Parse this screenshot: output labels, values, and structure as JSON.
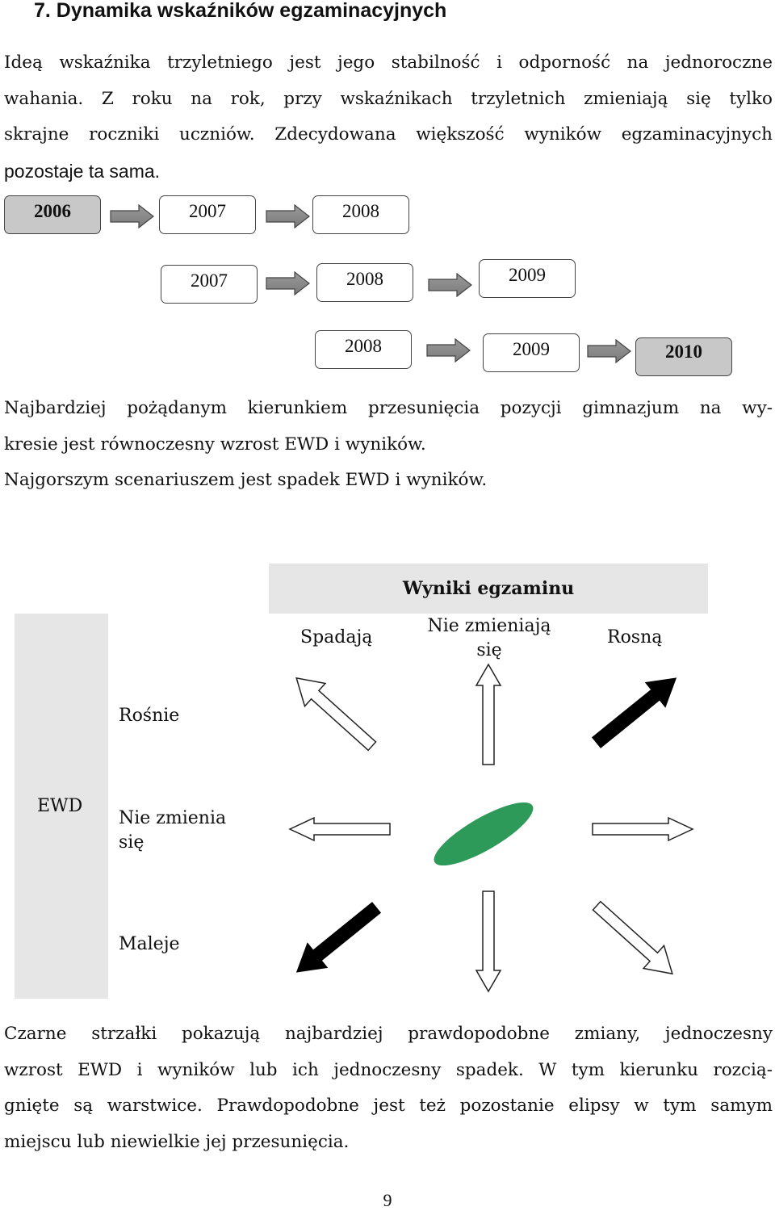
{
  "heading": "7.  Dynamika wskaźników egzaminacyjnych",
  "intro_lines": [
    "Ideą wskaźnika trzyletniego jest jego stabilność i odporność na jednoroczne",
    "wahania.  Z roku na rok, przy wskaźnikach trzyletnich zmieniają się tylko",
    "skrajne roczniki uczniów. Zdecydowana większość wyników egzaminacyjnych",
    "pozostaje ta sama."
  ],
  "timeline": {
    "row1": [
      "2006",
      "2007",
      "2008"
    ],
    "row2": [
      "2007",
      "2008",
      "2009"
    ],
    "row3": [
      "2008",
      "2009",
      "2010"
    ]
  },
  "middle_lines": [
    "Najbardziej pożądanym kierunkiem przesunięcia pozycji gimnazjum na wy-",
    "kresie jest równoczesny wzrost EWD i wyników.",
    "Najgorszym scenariuszem jest spadek EWD i wyników."
  ],
  "matrix": {
    "results_header": "Wyniki egzaminu",
    "col_falling": "Spadają",
    "col_nochange_1": "Nie zmieniają",
    "col_nochange_2": "się",
    "col_rising": "Rosną",
    "ewd_label": "EWD",
    "row_rising": "Rośnie",
    "row_nochange_1": "Nie zmienia",
    "row_nochange_2": "się",
    "row_falling": "Maleje",
    "ellipse_color": "#2e9a5a"
  },
  "closing_lines": [
    "Czarne strzałki pokazują najbardziej prawdopodobne zmiany, jednoczesny",
    "wzrost EWD i wyników lub ich jednoczesny spadek. W tym kierunku rozcią-",
    "gnięte są warstwice. Prawdopodobne jest też pozostanie elipsy w tym samym",
    "miejscu lub niewielkie jej przesunięcia."
  ],
  "page_number": "9"
}
